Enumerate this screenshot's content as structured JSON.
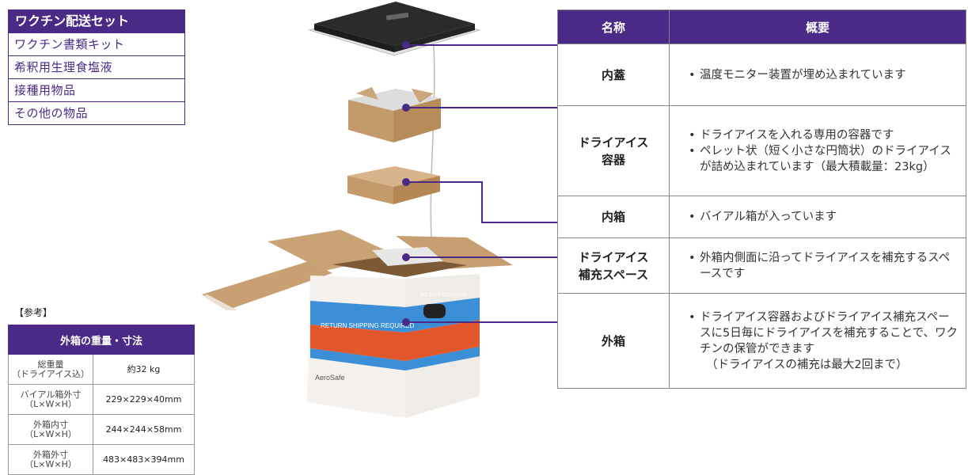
{
  "kit": {
    "title": "ワクチン配送セット",
    "items": [
      "ワクチン書類キット",
      "希釈用生理食塩液",
      "接種用物品",
      "その他の物品"
    ]
  },
  "reference": {
    "title": "【参考】",
    "header": "外箱の重量・寸法",
    "rows": [
      {
        "label": "総重量\n（ドライアイス込）",
        "value": "約32 kg"
      },
      {
        "label": "バイアル箱外寸\n（L×W×H）",
        "value": "229×229×40mm"
      },
      {
        "label": "外箱内寸\n（L×W×H）",
        "value": "244×244×58mm"
      },
      {
        "label": "外箱外寸\n（L×W×H）",
        "value": "483×483×394mm"
      }
    ]
  },
  "table": {
    "col_name": "名称",
    "col_desc": "概要",
    "rows": [
      {
        "name": "内蓋",
        "bullets": [
          "温度モニター装置が埋め込まれています"
        ]
      },
      {
        "name": "ドライアイス容器",
        "bullets": [
          "ドライアイスを入れる専用の容器です",
          "ペレット状（短く小さな円筒状）のドライアイスが詰め込まれています（最大積載量：23kg）"
        ]
      },
      {
        "name": "内箱",
        "bullets": [
          "バイアル箱が入っています"
        ]
      },
      {
        "name": "ドライアイス補充スペース",
        "bullets": [
          "外箱内側面に沿ってドライアイスを補充するスペースです"
        ]
      },
      {
        "name": "外箱",
        "bullets": [
          "ドライアイス容器およびドライアイス補充スペースに5日毎にドライアイスを補充することで、ワクチンの保管ができます"
        ],
        "note": "（ドライアイスの補充は最大2回まで）"
      }
    ]
  },
  "box_labels": {
    "do_not_discard": "DO NOT DISCARD",
    "return_shipping": "RETURN SHIPPING REQUIRED",
    "brand": "AeroSafe"
  },
  "colors": {
    "accent": "#4b2a87",
    "cardboard": "#c9a273",
    "foam": "#2a2a2a",
    "orange": "#e2572b",
    "blue": "#3b8fd6"
  }
}
